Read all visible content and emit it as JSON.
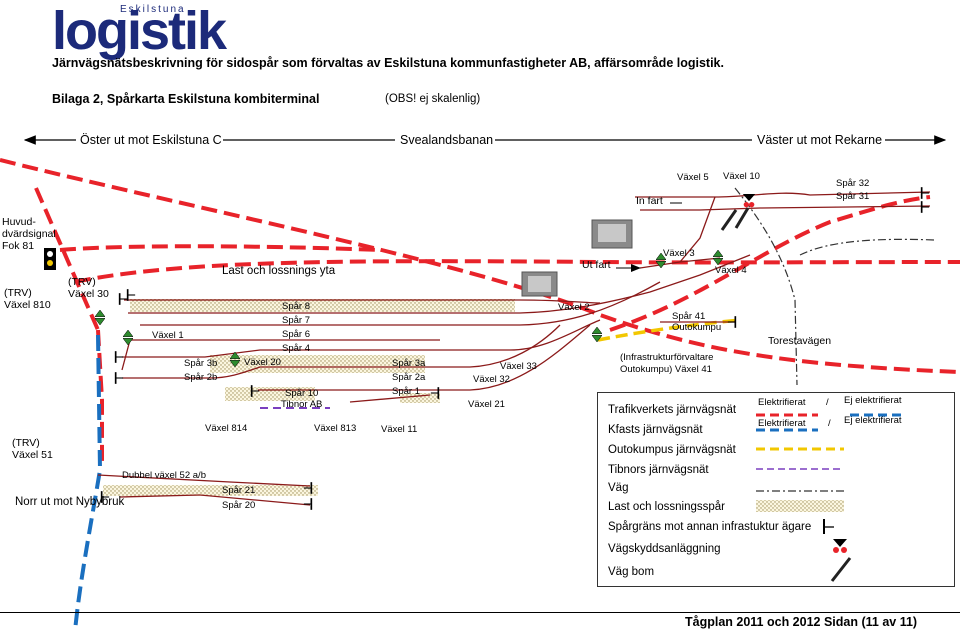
{
  "logo": {
    "city": "Eskilstuna",
    "word": "logistik"
  },
  "header": {
    "title": "Järnvägsnätsbeskrivning för sidospår som förvaltas av Eskilstuna kommunfastigheter AB, affärsområde logistik.",
    "subtitle": "Bilaga 2, Spårkarta Eskilstuna kombiterminal",
    "note": "(OBS! ej skalenlig)"
  },
  "directions": {
    "east": "Öster ut mot Eskilstuna C",
    "line": "Svealandsbanan",
    "west": "Väster ut mot Rekarne",
    "north": "Norr ut mot Nybybruk"
  },
  "labels": {
    "signal": "Huvud-\ndvärdsignal\nFok 81",
    "trv_810": "(TRV)\nVäxel 810",
    "trv_30": "(TRV)\nVäxel 30",
    "trv_51": "(TRV)\nVäxel 51",
    "loading_area": "Last och lossnings yta",
    "in_fart": "In fart",
    "ut_fart": "Ut fart",
    "spar_8": "Spår 8",
    "spar_7": "Spår 7",
    "spar_6": "Spår 6",
    "spar_4": "Spår 4",
    "spar_3b": "Spår 3b",
    "spar_2b": "Spår 2b",
    "spar_3a": "Spår 3a",
    "spar_2a": "Spår 2a",
    "spar_1": "Spår 1",
    "spar_10": "Spår 10\nTibnor AB",
    "spar_21": "Spår 21",
    "spar_20": "Spår 20",
    "spar_41": "Spår 41\nOutokumpu",
    "spar_32": "Spår 32",
    "spar_31": "Spår 31",
    "vaxel_1": "Växel 1",
    "vaxel_20": "Växel 20",
    "vaxel_2": "Växel 2",
    "vaxel_3": "Växel 3",
    "vaxel_4": "Växel 4",
    "vaxel_5": "Växel 5",
    "vaxel_10": "Växel 10",
    "vaxel_33": "Växel 33",
    "vaxel_32": "Växel 32",
    "vaxel_21": "Växel 21",
    "vaxel_11": "Växel 11",
    "vaxel_813": "Växel 813",
    "vaxel_814": "Växel 814",
    "dubbel_52": "Dubbel växel 52 a/b",
    "outokumpu_41": "(Infrastrukturförvaltare\nOutokumpu) Växel 41",
    "torestavagen": "Torestavägen"
  },
  "legend": {
    "electrified": "Elektrifierat",
    "slash": "/",
    "not_electrified": "Ej elektrifierat",
    "items": [
      "Trafikverkets järnvägsnät",
      "Kfasts järnvägsnät",
      "Outokumpus järnvägsnät",
      "Tibnors järnvägsnät",
      "Väg",
      "Last och lossningsspår",
      "Spårgräns mot annan infrastuktur ägare",
      "Vägskyddsanläggning",
      "Väg bom"
    ]
  },
  "footer": {
    "page": "Tågplan 2011 och 2012 Sidan (11 av 11)"
  },
  "colors": {
    "trv": "#e8232a",
    "kfast": "#1a6fbf",
    "outokumpu": "#f2c700",
    "tibnor": "#7a3fbf",
    "track": "#8b1a1a",
    "brand": "#1c2a7a"
  }
}
